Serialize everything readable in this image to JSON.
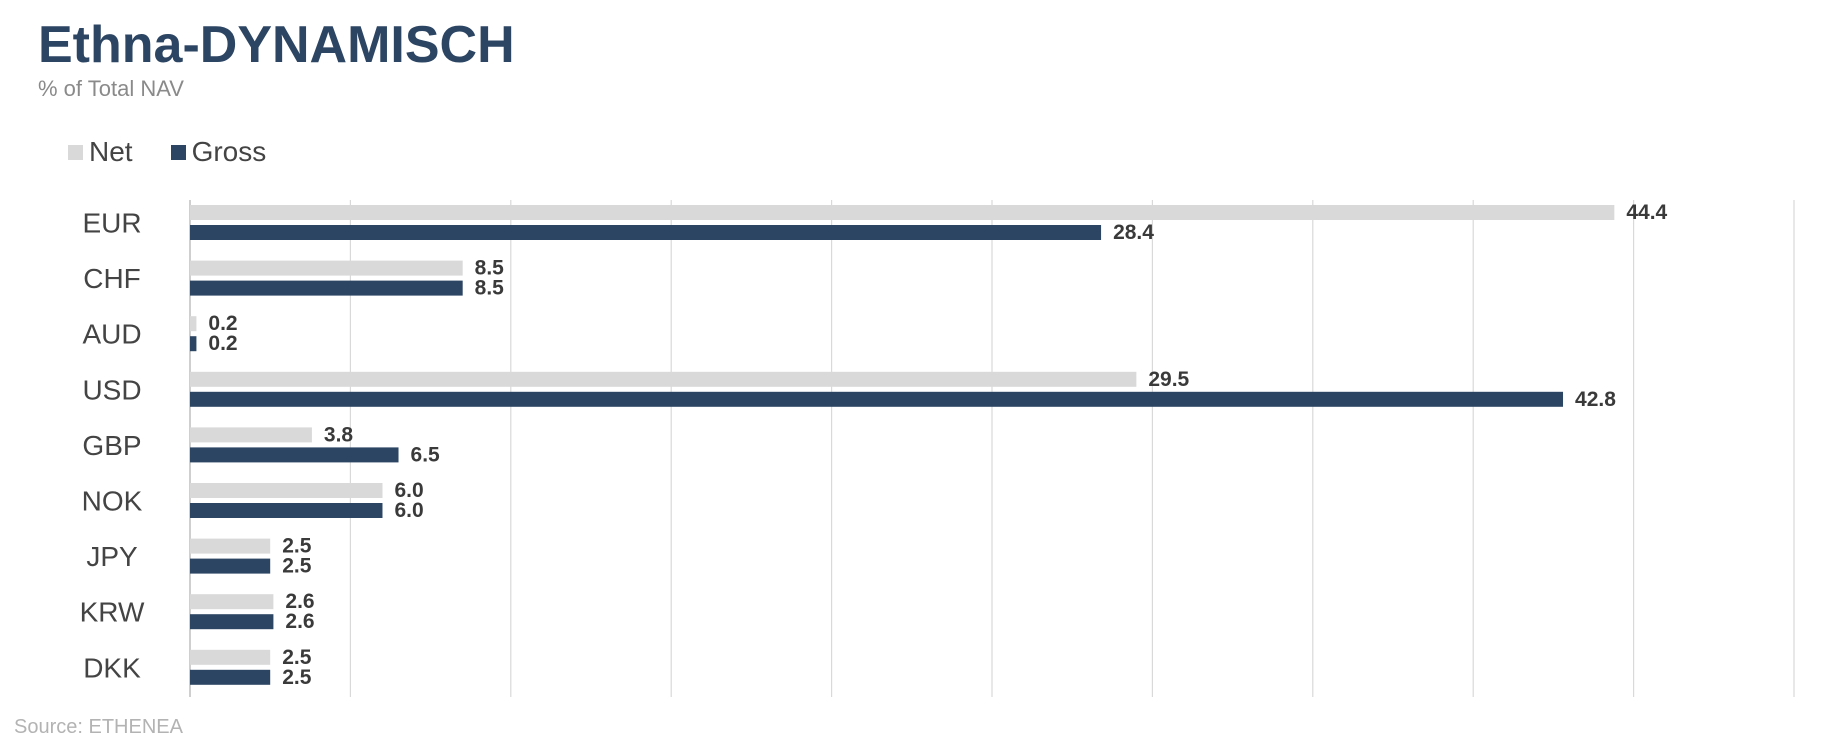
{
  "header": {
    "title": "Ethna-DYNAMISCH",
    "subtitle": "% of Total NAV"
  },
  "source": "Source: ETHENEA",
  "chart_data": {
    "type": "bar",
    "orientation": "horizontal",
    "categories": [
      "EUR",
      "CHF",
      "AUD",
      "USD",
      "GBP",
      "NOK",
      "JPY",
      "KRW",
      "DKK"
    ],
    "series": [
      {
        "name": "Net",
        "color": "#d9d9d9",
        "values": [
          44.4,
          8.5,
          0.2,
          29.5,
          3.8,
          6.0,
          2.5,
          2.6,
          2.5
        ]
      },
      {
        "name": "Gross",
        "color": "#2c4563",
        "values": [
          28.4,
          8.5,
          0.2,
          42.8,
          6.5,
          6.0,
          2.5,
          2.6,
          2.5
        ]
      }
    ],
    "xlim": [
      0,
      50
    ],
    "x_gridline_step": 5,
    "grid": true,
    "x_tick_labels_shown": false,
    "legend": "top-left",
    "data_labels": true,
    "data_label_decimals": 1
  }
}
